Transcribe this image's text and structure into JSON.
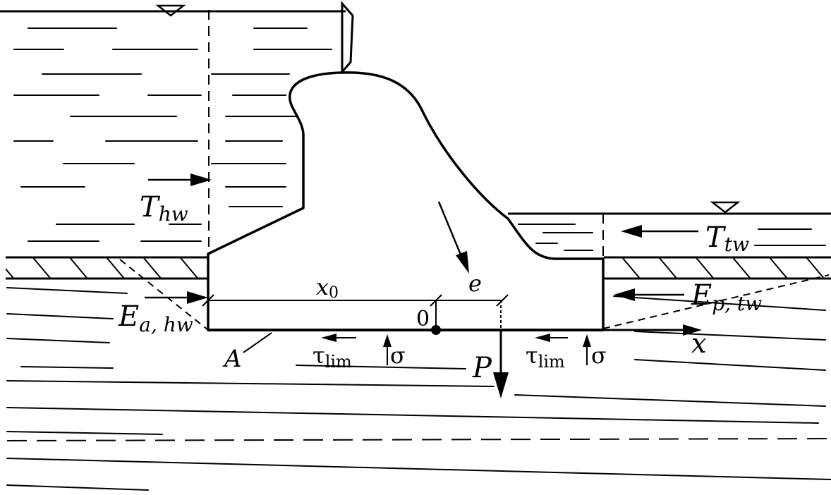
{
  "labels": {
    "T": "T",
    "hw": "hw",
    "tw": "tw",
    "E": "E",
    "a_hw_sub": "a, hw",
    "p_tw_sub": "p, tw",
    "x0": "x",
    "x0_sub": "0",
    "e": "e",
    "zero": "0",
    "x_axis": "x",
    "A": "A",
    "tau": "τ",
    "lim": "lim",
    "sigma": "σ",
    "P": "P"
  },
  "colors": {
    "ink": "#000000",
    "background": "#ffffff"
  }
}
